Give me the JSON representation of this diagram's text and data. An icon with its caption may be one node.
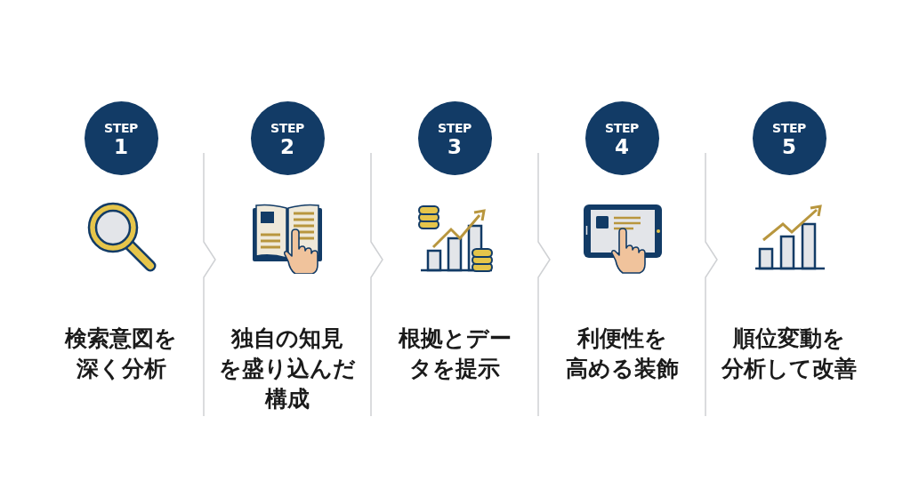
{
  "diagram": {
    "nodes": [
      {
        "text": [
          "STEP",
          "1"
        ]
      },
      {
        "text": [
          "STEP",
          "2"
        ]
      },
      {
        "text": [
          "STEP",
          "3"
        ]
      },
      {
        "text": [
          "STEP",
          "4"
        ]
      },
      {
        "text": [
          "STEP",
          "5"
        ]
      }
    ],
    "labels": [
      "検索意図を深く分析",
      "独自の知見を盛り込んだ構成",
      "根拠とデータを提示",
      "利便性を高める装飾",
      "順位変動を分析して改善"
    ]
  }
}
